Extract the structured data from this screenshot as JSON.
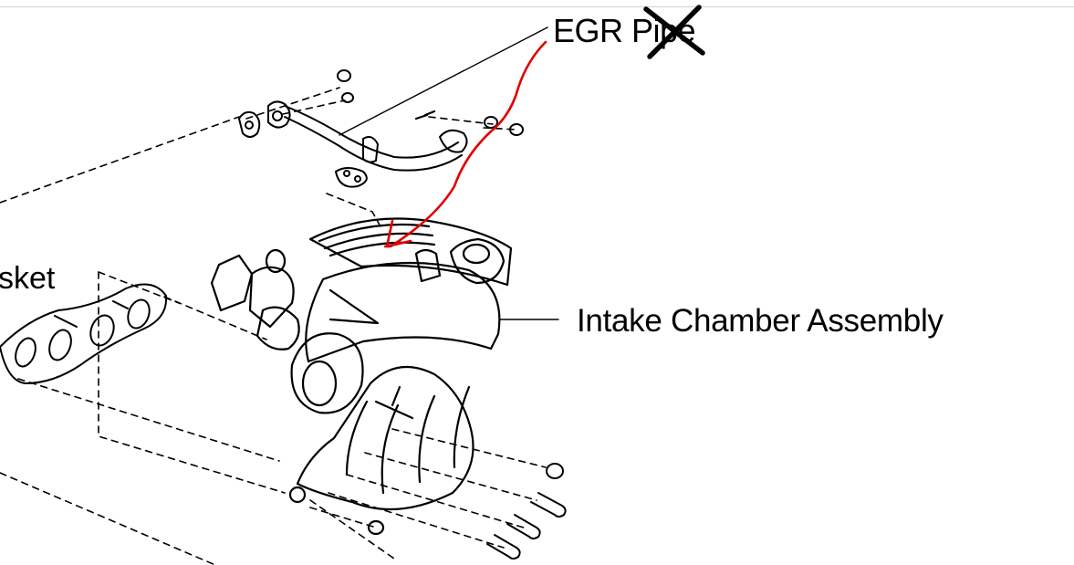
{
  "labels": {
    "egr_pipe": "EGR Pipe",
    "intake_chamber": "Intake Chamber Assembly",
    "gasket": "sket"
  },
  "annotation": {
    "strike_color": "#000000",
    "arrow_color": "#e00000"
  }
}
